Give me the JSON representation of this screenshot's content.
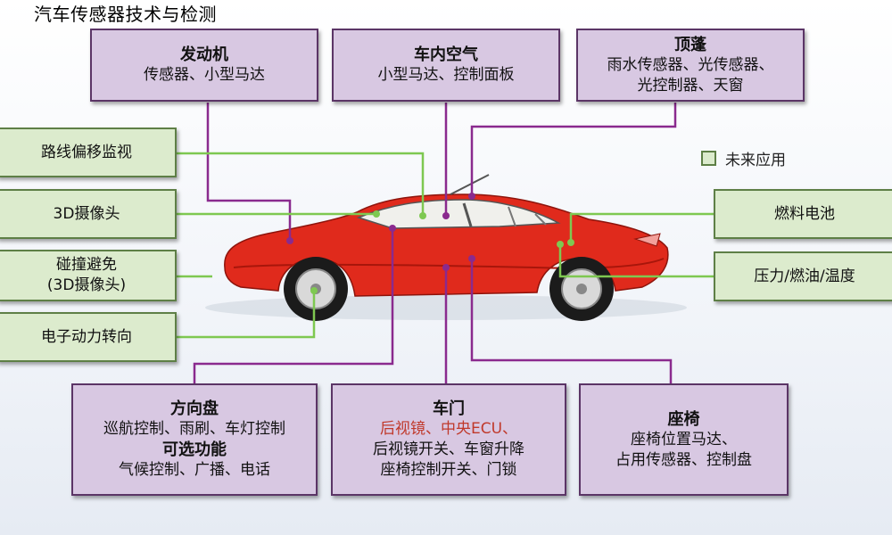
{
  "title": "汽车传感器技术与检测",
  "legend": {
    "label": "未来应用"
  },
  "top_boxes": {
    "engine": {
      "heading": "发动机",
      "line1": "传感器、小型马达"
    },
    "cabin_air": {
      "heading": "车内空气",
      "line1": "小型马达、控制面板"
    },
    "roof": {
      "heading": "顶蓬",
      "line1": "雨水传感器、光传感器、",
      "line2": "光控制器、天窗"
    }
  },
  "left_boxes": {
    "lane": "路线偏移监视",
    "camera": "3D摄像头",
    "collision_line1": "碰撞避免",
    "collision_line2": "(3D摄像头)",
    "steering_power": "电子动力转向"
  },
  "right_boxes": {
    "fuel_cell": "燃料电池",
    "pressure": "压力/燃油/温度"
  },
  "bottom_boxes": {
    "wheel": {
      "heading": "方向盘",
      "line1": "巡航控制、雨刷、车灯控制",
      "heading2": "可选功能",
      "line2": "气候控制、广播、电话"
    },
    "door": {
      "heading": "车门",
      "line1": "后视镜、中央ECU、",
      "line2": "后视镜开关、车窗升降",
      "line3": "座椅控制开关、门锁"
    },
    "seat": {
      "heading": "座椅",
      "line1": "座椅位置马达、",
      "line2": "占用传感器、控制盘"
    }
  },
  "colors": {
    "purple_box": "#d8c8e2",
    "green_box": "#dcebcd",
    "purple_line": "#8a2a8e",
    "green_line": "#7ec851",
    "car_red": "#e02a1c"
  }
}
